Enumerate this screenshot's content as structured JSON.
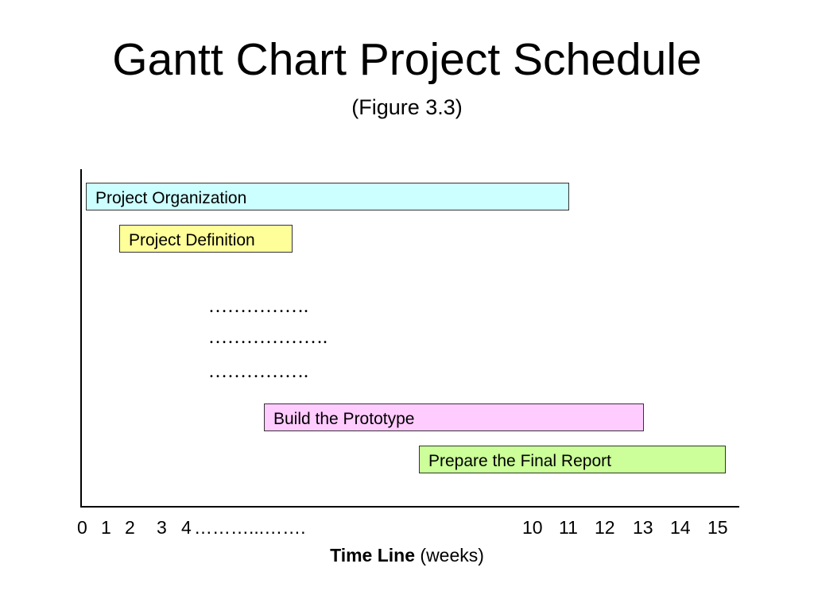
{
  "chart_data": {
    "type": "gantt",
    "title": "Gantt Chart Project Schedule",
    "subtitle": "(Figure 3.3)",
    "xlabel_bold": "Time Line",
    "xlabel_unit": "(weeks)",
    "tasks": [
      {
        "name": "Project Organization",
        "start": 0.2,
        "end": 11.0,
        "color": "#ccffff"
      },
      {
        "name": "Project Definition",
        "start": 1.5,
        "end": 5.8,
        "color": "#ffff99"
      },
      {
        "name": "Build the Prototype",
        "start": 5.3,
        "end": 13.0,
        "color": "#ffccff"
      },
      {
        "name": "Prepare the Final Report",
        "start": 8.0,
        "end": 15.0,
        "color": "#ccff99"
      }
    ],
    "ellipsis_rows": [
      "…………….",
      "……………….",
      "……………."
    ],
    "x_ticks": [
      "0",
      "1",
      "2",
      "3",
      "4",
      "10",
      "11",
      "12",
      "13",
      "14",
      "15"
    ],
    "x_tick_gap_text": "………...…….",
    "grid": false,
    "legend": "none"
  }
}
